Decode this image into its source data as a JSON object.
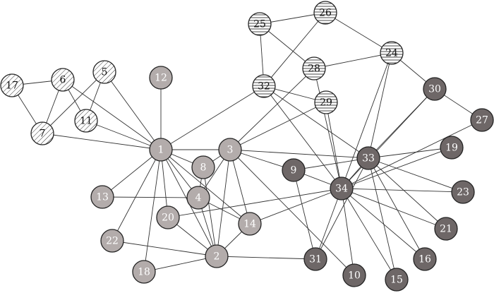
{
  "palette": {
    "hatched_stroke": "#222222",
    "striped_stroke": "#222222",
    "light_gray_fill": "#b3acab",
    "dark_gray_fill": "#6e6767",
    "edge_color": "#333333",
    "background": "#ffffff"
  },
  "groups": {
    "hatched": "diagonal-hatch",
    "striped": "horizontal-stripe",
    "light": "light-gray",
    "dark": "dark-gray"
  },
  "nodes": [
    {
      "id": "1",
      "label": "1",
      "group": "light"
    },
    {
      "id": "2",
      "label": "2",
      "group": "light"
    },
    {
      "id": "3",
      "label": "3",
      "group": "light"
    },
    {
      "id": "4",
      "label": "4",
      "group": "light"
    },
    {
      "id": "5",
      "label": "5",
      "group": "hatched"
    },
    {
      "id": "6",
      "label": "6",
      "group": "hatched"
    },
    {
      "id": "7",
      "label": "7",
      "group": "hatched"
    },
    {
      "id": "8",
      "label": "8",
      "group": "light"
    },
    {
      "id": "9",
      "label": "9",
      "group": "dark"
    },
    {
      "id": "10",
      "label": "10",
      "group": "dark"
    },
    {
      "id": "11",
      "label": "11",
      "group": "hatched"
    },
    {
      "id": "12",
      "label": "12",
      "group": "light"
    },
    {
      "id": "13",
      "label": "13",
      "group": "light"
    },
    {
      "id": "14",
      "label": "14",
      "group": "light"
    },
    {
      "id": "15",
      "label": "15",
      "group": "dark"
    },
    {
      "id": "16",
      "label": "16",
      "group": "dark"
    },
    {
      "id": "17",
      "label": "17",
      "group": "hatched"
    },
    {
      "id": "18",
      "label": "18",
      "group": "light"
    },
    {
      "id": "19",
      "label": "19",
      "group": "dark"
    },
    {
      "id": "20",
      "label": "20",
      "group": "light"
    },
    {
      "id": "21",
      "label": "21",
      "group": "dark"
    },
    {
      "id": "22",
      "label": "22",
      "group": "light"
    },
    {
      "id": "23",
      "label": "23",
      "group": "dark"
    },
    {
      "id": "24",
      "label": "24",
      "group": "striped"
    },
    {
      "id": "25",
      "label": "25",
      "group": "striped"
    },
    {
      "id": "26",
      "label": "26",
      "group": "striped"
    },
    {
      "id": "27",
      "label": "27",
      "group": "dark"
    },
    {
      "id": "28",
      "label": "28",
      "group": "striped"
    },
    {
      "id": "29",
      "label": "29",
      "group": "striped"
    },
    {
      "id": "30",
      "label": "30",
      "group": "dark"
    },
    {
      "id": "31",
      "label": "31",
      "group": "dark"
    },
    {
      "id": "32",
      "label": "32",
      "group": "striped"
    },
    {
      "id": "33",
      "label": "33",
      "group": "dark"
    },
    {
      "id": "34",
      "label": "34",
      "group": "dark"
    }
  ],
  "edges": [
    [
      "1",
      "2"
    ],
    [
      "1",
      "3"
    ],
    [
      "1",
      "4"
    ],
    [
      "1",
      "5"
    ],
    [
      "1",
      "6"
    ],
    [
      "1",
      "7"
    ],
    [
      "1",
      "8"
    ],
    [
      "1",
      "11"
    ],
    [
      "1",
      "12"
    ],
    [
      "1",
      "13"
    ],
    [
      "1",
      "14"
    ],
    [
      "1",
      "18"
    ],
    [
      "1",
      "20"
    ],
    [
      "1",
      "22"
    ],
    [
      "1",
      "32"
    ],
    [
      "2",
      "3"
    ],
    [
      "2",
      "4"
    ],
    [
      "2",
      "8"
    ],
    [
      "2",
      "14"
    ],
    [
      "2",
      "18"
    ],
    [
      "2",
      "20"
    ],
    [
      "2",
      "22"
    ],
    [
      "2",
      "31"
    ],
    [
      "3",
      "4"
    ],
    [
      "3",
      "8"
    ],
    [
      "3",
      "9"
    ],
    [
      "3",
      "10"
    ],
    [
      "3",
      "14"
    ],
    [
      "3",
      "28"
    ],
    [
      "3",
      "29"
    ],
    [
      "3",
      "33"
    ],
    [
      "4",
      "8"
    ],
    [
      "4",
      "13"
    ],
    [
      "4",
      "14"
    ],
    [
      "5",
      "7"
    ],
    [
      "5",
      "11"
    ],
    [
      "6",
      "7"
    ],
    [
      "6",
      "11"
    ],
    [
      "6",
      "17"
    ],
    [
      "7",
      "17"
    ],
    [
      "9",
      "31"
    ],
    [
      "9",
      "33"
    ],
    [
      "9",
      "34"
    ],
    [
      "10",
      "34"
    ],
    [
      "14",
      "34"
    ],
    [
      "15",
      "33"
    ],
    [
      "15",
      "34"
    ],
    [
      "16",
      "33"
    ],
    [
      "16",
      "34"
    ],
    [
      "19",
      "33"
    ],
    [
      "19",
      "34"
    ],
    [
      "20",
      "34"
    ],
    [
      "21",
      "33"
    ],
    [
      "21",
      "34"
    ],
    [
      "23",
      "33"
    ],
    [
      "23",
      "34"
    ],
    [
      "24",
      "26"
    ],
    [
      "24",
      "28"
    ],
    [
      "24",
      "30"
    ],
    [
      "24",
      "33"
    ],
    [
      "24",
      "34"
    ],
    [
      "25",
      "26"
    ],
    [
      "25",
      "28"
    ],
    [
      "25",
      "32"
    ],
    [
      "26",
      "32"
    ],
    [
      "27",
      "30"
    ],
    [
      "27",
      "34"
    ],
    [
      "28",
      "34"
    ],
    [
      "29",
      "32"
    ],
    [
      "29",
      "34"
    ],
    [
      "30",
      "33"
    ],
    [
      "30",
      "34"
    ],
    [
      "31",
      "33"
    ],
    [
      "31",
      "34"
    ],
    [
      "32",
      "33"
    ],
    [
      "32",
      "34"
    ],
    [
      "33",
      "34"
    ]
  ]
}
